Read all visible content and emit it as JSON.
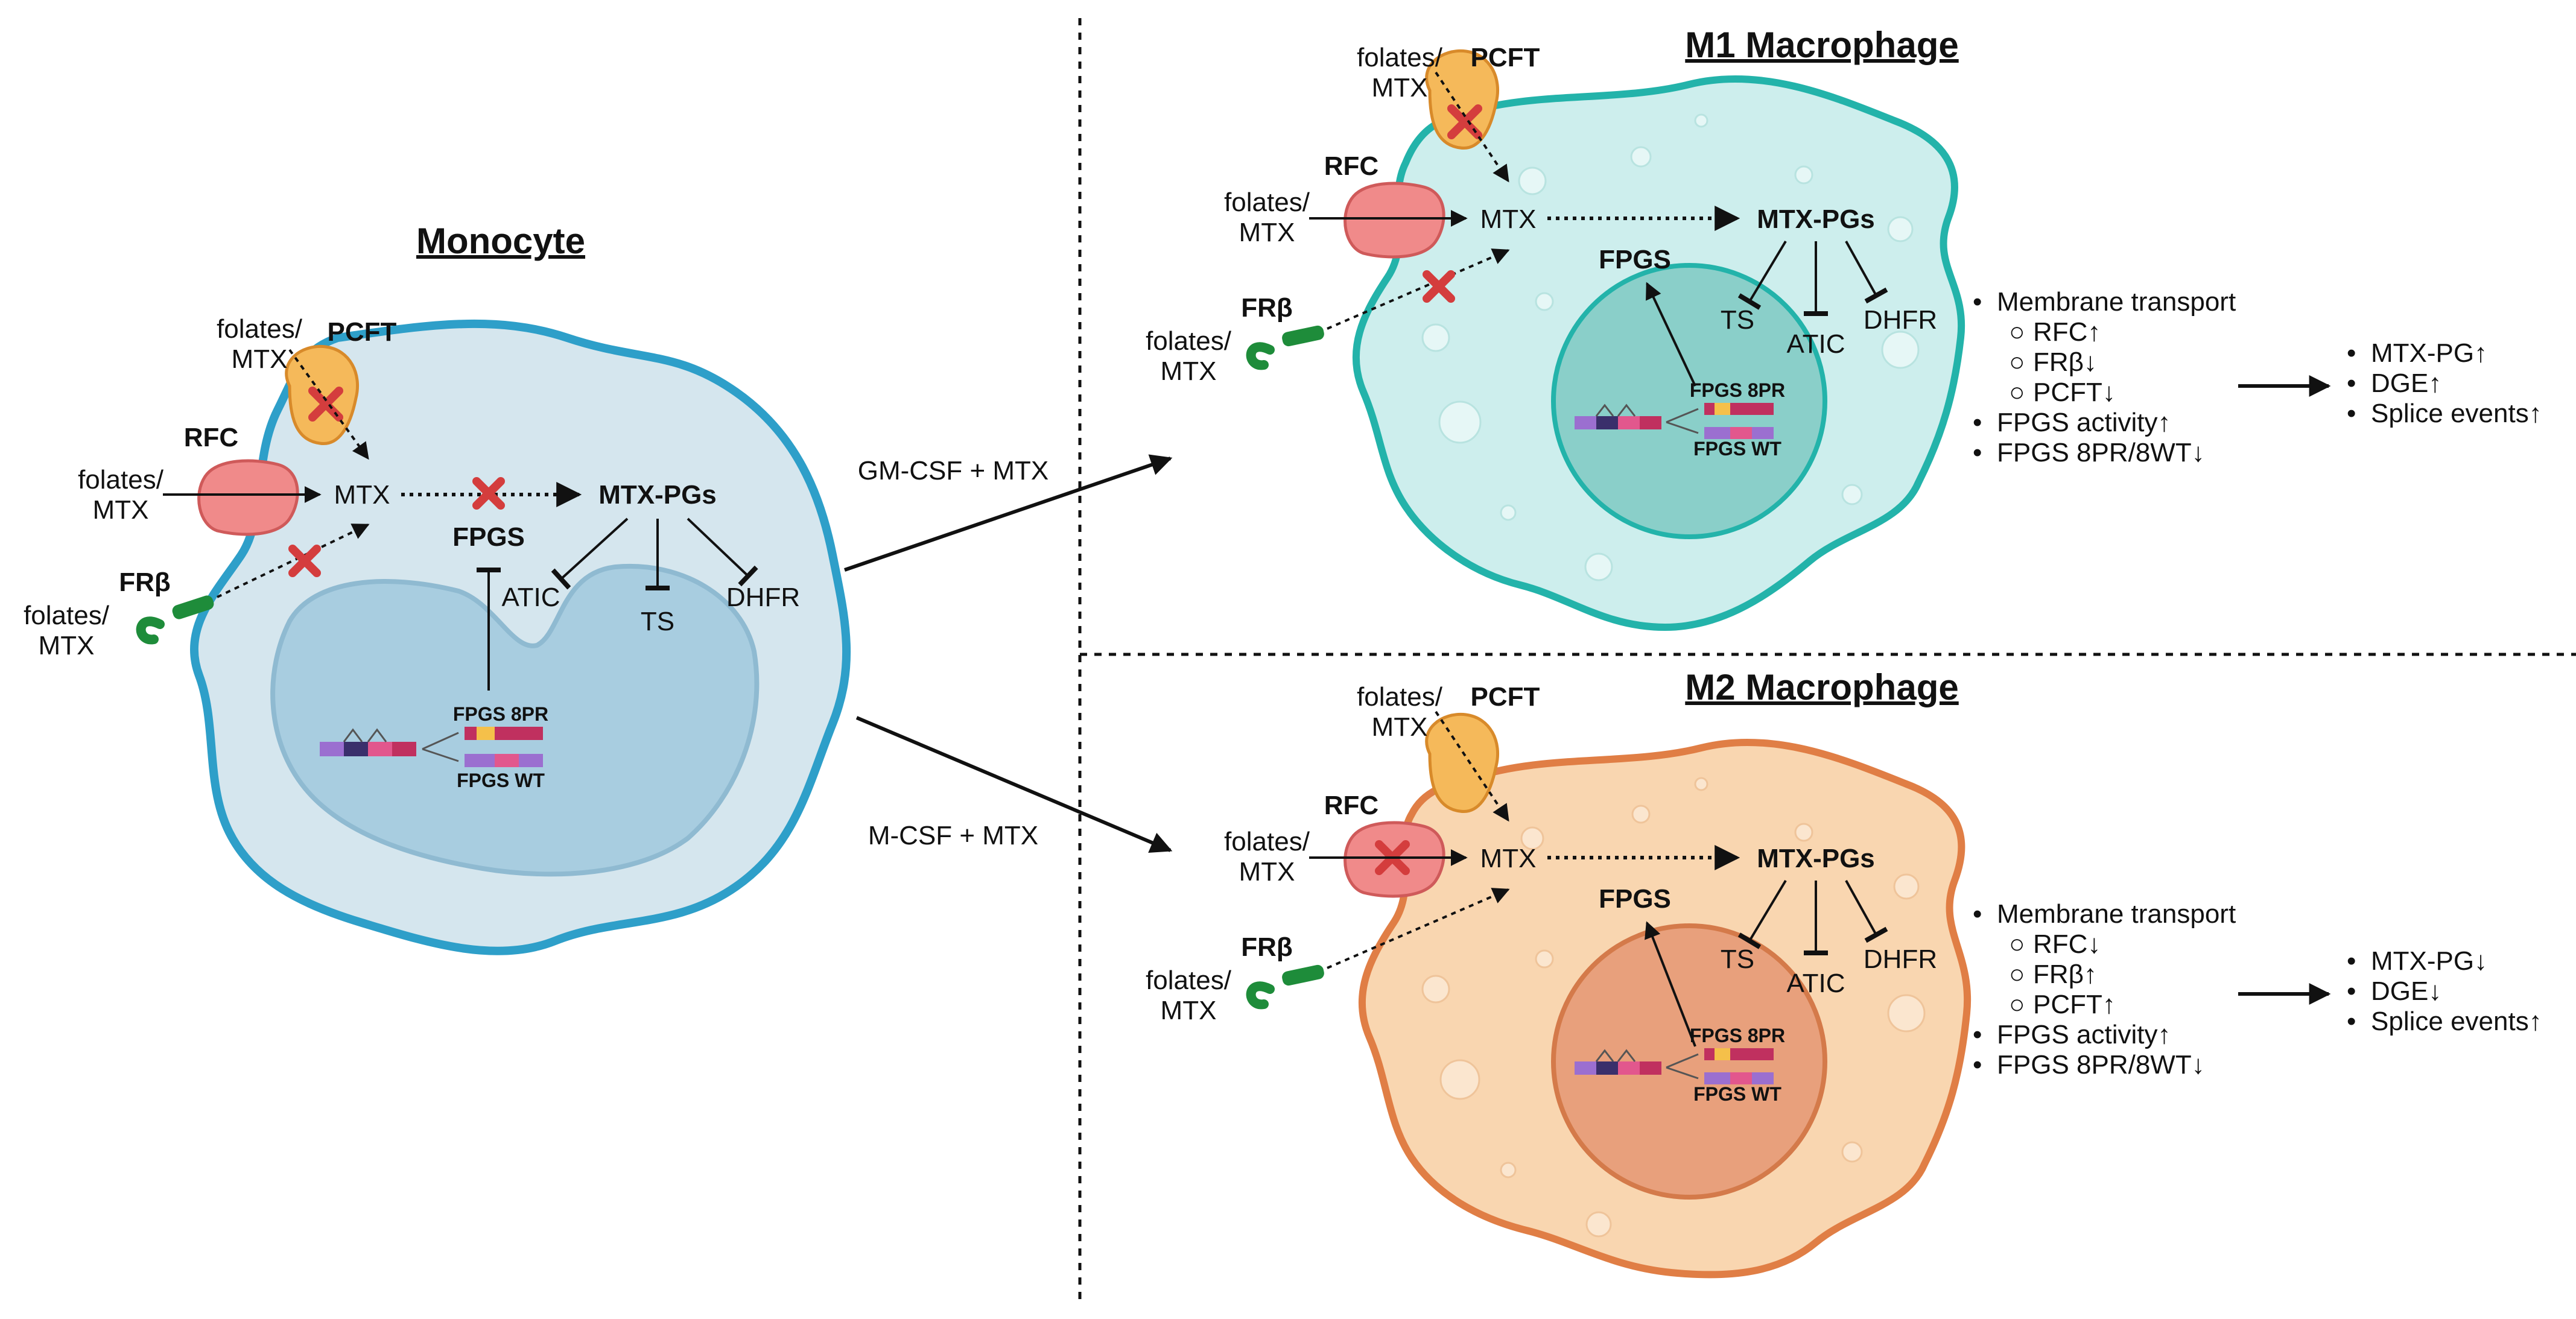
{
  "colors": {
    "monocyte_fill": "#d5e6ee",
    "monocyte_border": "#2e9fc9",
    "monocyte_nucleus": "#a8cde0",
    "m1_fill": "#cdeeed",
    "m1_border": "#23b3aa",
    "m1_nucleus": "#8acfc9",
    "m2_fill": "#f9d6b0",
    "m2_border": "#e07e45",
    "m2_nucleus": "#e8a07c",
    "block_x": "#d43d3d",
    "pcft": "#f5b95a",
    "rfc": "#f08a8a",
    "fr_beta": "#1e8c3a"
  },
  "icons": [
    "inhibition-x-icon",
    "transporter-pcft-icon",
    "transporter-rfc-icon",
    "receptor-fr-beta-icon",
    "gene-exon-icon"
  ],
  "monocyte": {
    "title": "Monocyte",
    "pcft_label": "PCFT",
    "rfc_label": "RFC",
    "frb_label": "FRβ",
    "folates_pcft": [
      "folates/",
      "MTX"
    ],
    "folates_rfc": [
      "folates/",
      "MTX"
    ],
    "folates_frb": [
      "folates/",
      "MTX"
    ],
    "mtx": "MTX",
    "mtx_pgs": "MTX-PGs",
    "fpgs": "FPGS",
    "atic": "ATIC",
    "ts": "TS",
    "dhfr": "DHFR",
    "fpgs_8pr": "FPGS 8PR",
    "fpgs_wt": "FPGS WT"
  },
  "arrows": {
    "gm_csf": "GM-CSF + MTX",
    "m_csf": "M-CSF + MTX"
  },
  "m1": {
    "title": "M1 Macrophage",
    "pcft_label": "PCFT",
    "rfc_label": "RFC",
    "frb_label": "FRβ",
    "folates_pcft": [
      "folates/",
      "MTX"
    ],
    "folates_rfc": [
      "folates/",
      "MTX"
    ],
    "folates_frb": [
      "folates/",
      "MTX"
    ],
    "mtx": "MTX",
    "mtx_pgs": "MTX-PGs",
    "fpgs": "FPGS",
    "atic": "ATIC",
    "ts": "TS",
    "dhfr": "DHFR",
    "fpgs_8pr": "FPGS 8PR",
    "fpgs_wt": "FPGS WT",
    "bullets": [
      {
        "text": "Membrane transport",
        "level": 1
      },
      {
        "text": "RFC↑",
        "level": 2
      },
      {
        "text": "FRβ↓",
        "level": 2
      },
      {
        "text": "PCFT↓",
        "level": 2
      },
      {
        "text": "FPGS activity↑",
        "level": 1
      },
      {
        "text": "FPGS 8PR/8WT↓",
        "level": 1
      }
    ],
    "outcomes": [
      "MTX-PG↑",
      "DGE↑",
      "Splice events↑"
    ]
  },
  "m2": {
    "title": "M2 Macrophage",
    "pcft_label": "PCFT",
    "rfc_label": "RFC",
    "frb_label": "FRβ",
    "folates_pcft": [
      "folates/",
      "MTX"
    ],
    "folates_rfc": [
      "folates/",
      "MTX"
    ],
    "folates_frb": [
      "folates/",
      "MTX"
    ],
    "mtx": "MTX",
    "mtx_pgs": "MTX-PGs",
    "fpgs": "FPGS",
    "atic": "ATIC",
    "ts": "TS",
    "dhfr": "DHFR",
    "fpgs_8pr": "FPGS 8PR",
    "fpgs_wt": "FPGS WT",
    "bullets": [
      {
        "text": "Membrane transport",
        "level": 1
      },
      {
        "text": "RFC↓",
        "level": 2
      },
      {
        "text": "FRβ↑",
        "level": 2
      },
      {
        "text": "PCFT↑",
        "level": 2
      },
      {
        "text": "FPGS activity↑",
        "level": 1
      },
      {
        "text": "FPGS 8PR/8WT↓",
        "level": 1
      }
    ],
    "outcomes": [
      "MTX-PG↓",
      "DGE↓",
      "Splice events↑"
    ]
  }
}
